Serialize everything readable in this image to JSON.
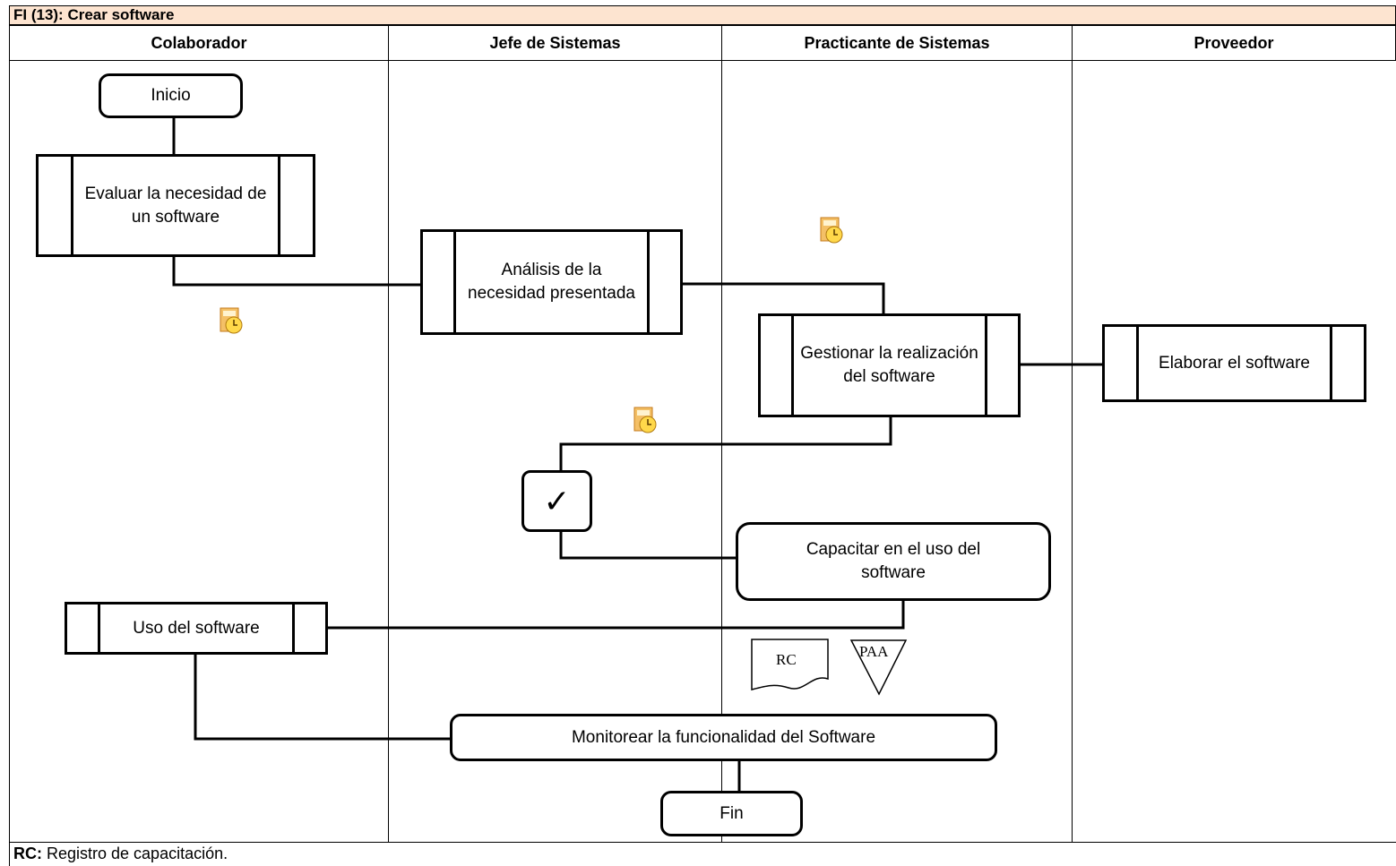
{
  "title": "FI (13): Crear software",
  "lanes": [
    "Colaborador",
    "Jefe de Sistemas",
    "Practicante de Sistemas",
    "Proveedor"
  ],
  "nodes": {
    "inicio": "Inicio",
    "evaluar": "Evaluar la necesidad de un software",
    "analisis": "Análisis de la necesidad presentada",
    "gestionar": "Gestionar la realización del software",
    "elaborar": "Elaborar el software",
    "check": "✓",
    "capacitar": "Capacitar en el uso del software",
    "uso": "Uso del software",
    "monitorear": "Monitorear la funcionalidad del Software",
    "fin": "Fin"
  },
  "documents": {
    "rc": "RC",
    "paa": "PAA"
  },
  "footer": {
    "key": "RC:",
    "text": " Registro de capacitación."
  },
  "icons": [
    "outlook-clock-icon",
    "outlook-clock-icon",
    "outlook-clock-icon",
    "outlook-clock-icon"
  ]
}
